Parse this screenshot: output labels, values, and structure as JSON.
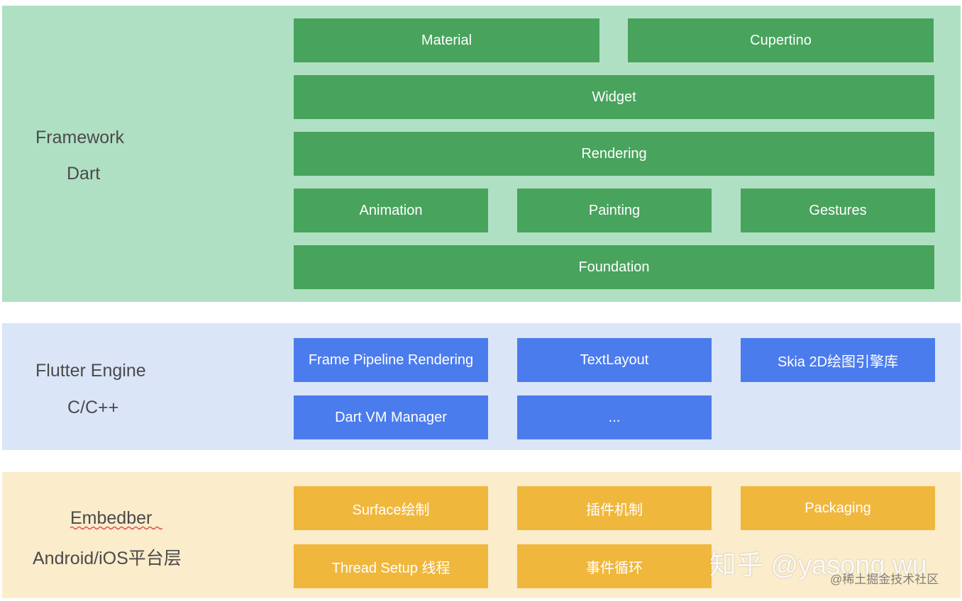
{
  "framework": {
    "labels": [
      "Framework",
      "Dart"
    ],
    "blocks": {
      "material": "Material",
      "cupertino": "Cupertino",
      "widget": "Widget",
      "rendering": "Rendering",
      "animation": "Animation",
      "painting": "Painting",
      "gestures": "Gestures",
      "foundation": "Foundation"
    }
  },
  "engine": {
    "labels": [
      "Flutter Engine",
      "C/C++"
    ],
    "blocks": {
      "frame_pipeline": "Frame Pipeline Rendering",
      "text_layout": "TextLayout",
      "skia": "Skia 2D绘图引擎库",
      "dart_vm": "Dart VM Manager",
      "more": "..."
    }
  },
  "embedder": {
    "labels": [
      "Embedber",
      "Android/iOS平台层"
    ],
    "blocks": {
      "surface": "Surface绘制",
      "plugin": "插件机制",
      "packaging": "Packaging",
      "thread_setup": "Thread Setup 线程",
      "event_loop": "事件循环"
    }
  },
  "watermark": {
    "primary": "知乎 @yasong wu",
    "secondary": "@稀土掘金技术社区"
  },
  "colors": {
    "framework_bg": "#b0e0c4",
    "framework_block": "#48a35d",
    "engine_bg": "#dae5f8",
    "engine_block": "#4b7ced",
    "embedder_bg": "#fbeccb",
    "embedder_block": "#f0b73d"
  }
}
